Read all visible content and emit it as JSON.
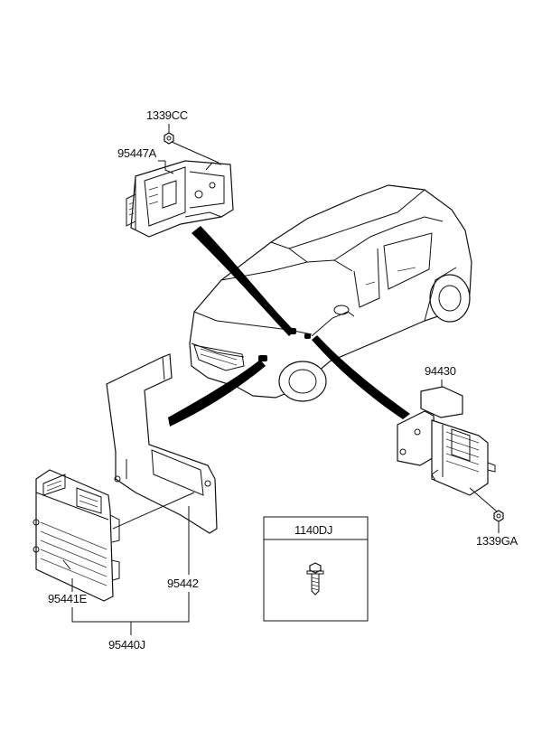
{
  "labels": {
    "nut_top": "1339CC",
    "bracket_top": "95447A",
    "module_right": "94430",
    "nut_right": "1339GA",
    "ecu": "95441E",
    "ecu_bracket": "95442",
    "ecu_assembly": "95440J",
    "bolt_box_title": "1140DJ"
  }
}
